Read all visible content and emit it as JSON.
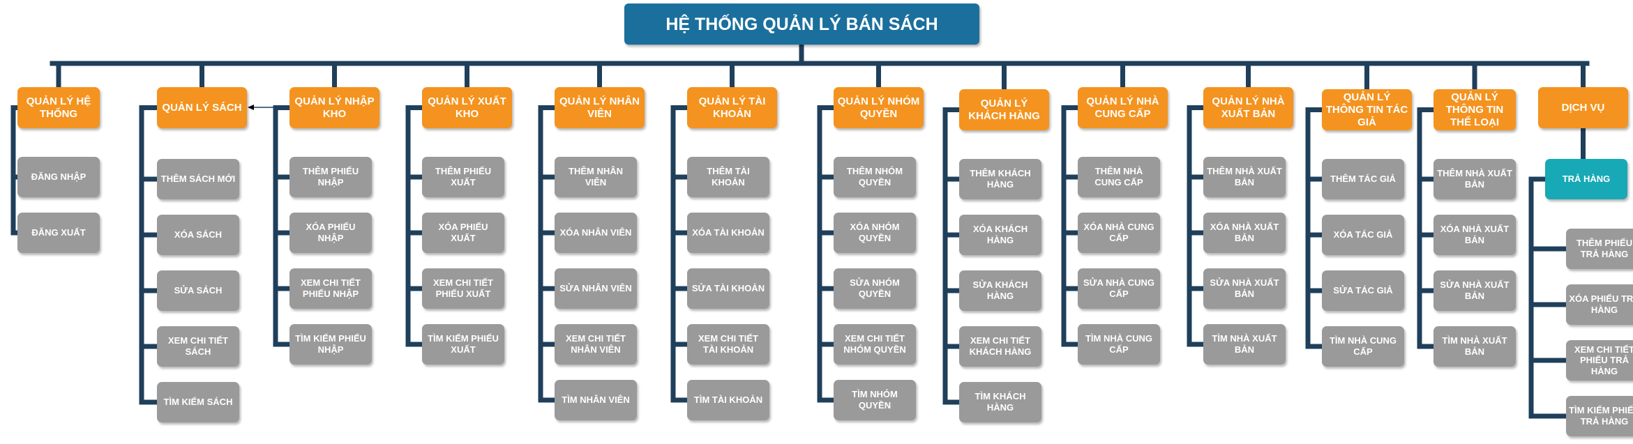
{
  "title": "HỆ THỐNG QUẢN LÝ BÁN SÁCH",
  "colors": {
    "root": "#1b6f9c",
    "header": "#f4931f",
    "item": "#9a9a9a",
    "highlight": "#17a9b5",
    "connector": "#1f3f5b"
  },
  "columns": [
    {
      "header": "QUẢN LÝ HỆ THỐNG",
      "items": [
        {
          "label": "ĐĂNG NHẬP"
        },
        {
          "label": "ĐĂNG XUẤT"
        }
      ]
    },
    {
      "header": "QUẢN LÝ SÁCH",
      "items": [
        {
          "label": "THÊM SÁCH MỚI"
        },
        {
          "label": "XÓA SÁCH"
        },
        {
          "label": "SỬA SÁCH"
        },
        {
          "label": "XEM CHI TIẾT SÁCH"
        },
        {
          "label": "TÌM KIẾM SÁCH"
        }
      ]
    },
    {
      "header": "QUẢN LÝ NHẬP KHO",
      "items": [
        {
          "label": "THÊM PHIẾU NHẬP"
        },
        {
          "label": "XÓA PHIẾU NHẬP"
        },
        {
          "label": "XEM CHI TIẾT PHIẾU NHẬP"
        },
        {
          "label": "TÌM KIẾM PHIẾU NHẬP"
        }
      ]
    },
    {
      "header": "QUẢN LÝ XUẤT KHO",
      "items": [
        {
          "label": "THÊM PHIẾU XUẤT"
        },
        {
          "label": "XÓA PHIẾU XUẤT"
        },
        {
          "label": "XEM CHI TIẾT PHIẾU XUẤT"
        },
        {
          "label": "TÌM KIẾM PHIẾU XUẤT"
        }
      ]
    },
    {
      "header": "QUẢN LÝ NHÂN VIÊN",
      "items": [
        {
          "label": "THÊM NHÂN VIÊN"
        },
        {
          "label": "XÓA NHÂN VIÊN"
        },
        {
          "label": "SỬA NHÂN VIÊN"
        },
        {
          "label": "XEM CHI TIẾT NHÂN VIÊN"
        },
        {
          "label": "TÌM NHÂN VIÊN"
        }
      ]
    },
    {
      "header": "QUẢN LÝ TÀI KHOẢN",
      "items": [
        {
          "label": "THÊM TÀI KHOẢN"
        },
        {
          "label": "XÓA TÀI KHOẢN"
        },
        {
          "label": "SỬA TÀI KHOẢN"
        },
        {
          "label": "XEM CHI TIẾT TÀI KHOẢN"
        },
        {
          "label": "TÌM TÀI KHOẢN"
        }
      ]
    },
    {
      "header": "QUẢN LÝ NHÓM QUYỀN",
      "items": [
        {
          "label": "THÊM NHÓM QUYỀN"
        },
        {
          "label": "XÓA NHÓM QUYỀN"
        },
        {
          "label": "SỬA NHÓM QUYỀN"
        },
        {
          "label": "XEM CHI TIẾT NHÓM QUYỀN"
        },
        {
          "label": "TÌM NHÓM QUYỀN"
        }
      ]
    },
    {
      "header": "QUẢN LÝ KHÁCH HÀNG",
      "items": [
        {
          "label": "THÊM KHÁCH HÀNG"
        },
        {
          "label": "XÓA KHÁCH HÀNG"
        },
        {
          "label": "SỬA KHÁCH HÀNG"
        },
        {
          "label": "XEM CHI TIẾT KHÁCH HÀNG"
        },
        {
          "label": "TÌM KHÁCH HÀNG"
        }
      ]
    },
    {
      "header": "QUẢN LÝ NHÀ CUNG CẤP",
      "items": [
        {
          "label": "THÊM NHÀ CUNG CẤP"
        },
        {
          "label": "XÓA NHÀ CUNG CẤP"
        },
        {
          "label": "SỬA NHÀ CUNG CẤP"
        },
        {
          "label": "TÌM NHÀ CUNG CẤP"
        }
      ]
    },
    {
      "header": "QUẢN LÝ NHÀ XUẤT BẢN",
      "items": [
        {
          "label": "THÊM NHÀ XUẤT BẢN"
        },
        {
          "label": "XÓA NHÀ XUẤT BẢN"
        },
        {
          "label": "SỬA NHÀ XUẤT BẢN"
        },
        {
          "label": "TÌM NHÀ XUẤT BẢN"
        }
      ]
    },
    {
      "header": "QUẢN LÝ THÔNG TIN TÁC GIẢ",
      "items": [
        {
          "label": "THÊM TÁC GIẢ"
        },
        {
          "label": "XÓA TÁC GIẢ"
        },
        {
          "label": "SỬA TÁC GIẢ"
        },
        {
          "label": "TÌM NHÀ CUNG CẤP"
        }
      ]
    },
    {
      "header": "QUẢN LÝ THÔNG TIN THỂ LOẠI",
      "items": [
        {
          "label": "THÊM NHÀ XUẤT BẢN"
        },
        {
          "label": "XÓA NHÀ XUẤT BẢN"
        },
        {
          "label": "SỬA NHÀ XUẤT BẢN"
        },
        {
          "label": "TÌM NHÀ XUẤT BẢN"
        }
      ]
    },
    {
      "header": "DỊCH VỤ",
      "items": [
        {
          "label": "TRẢ HÀNG",
          "highlight": true
        },
        {
          "label": "THÊM PHIẾU TRẢ HÀNG"
        },
        {
          "label": "XÓA PHIẾU TRẢ HÀNG"
        },
        {
          "label": "XEM CHI TIẾT PHIẾU TRẢ HÀNG"
        },
        {
          "label": "TÌM KIẾM PHIẾU TRẢ HÀNG"
        }
      ]
    }
  ]
}
